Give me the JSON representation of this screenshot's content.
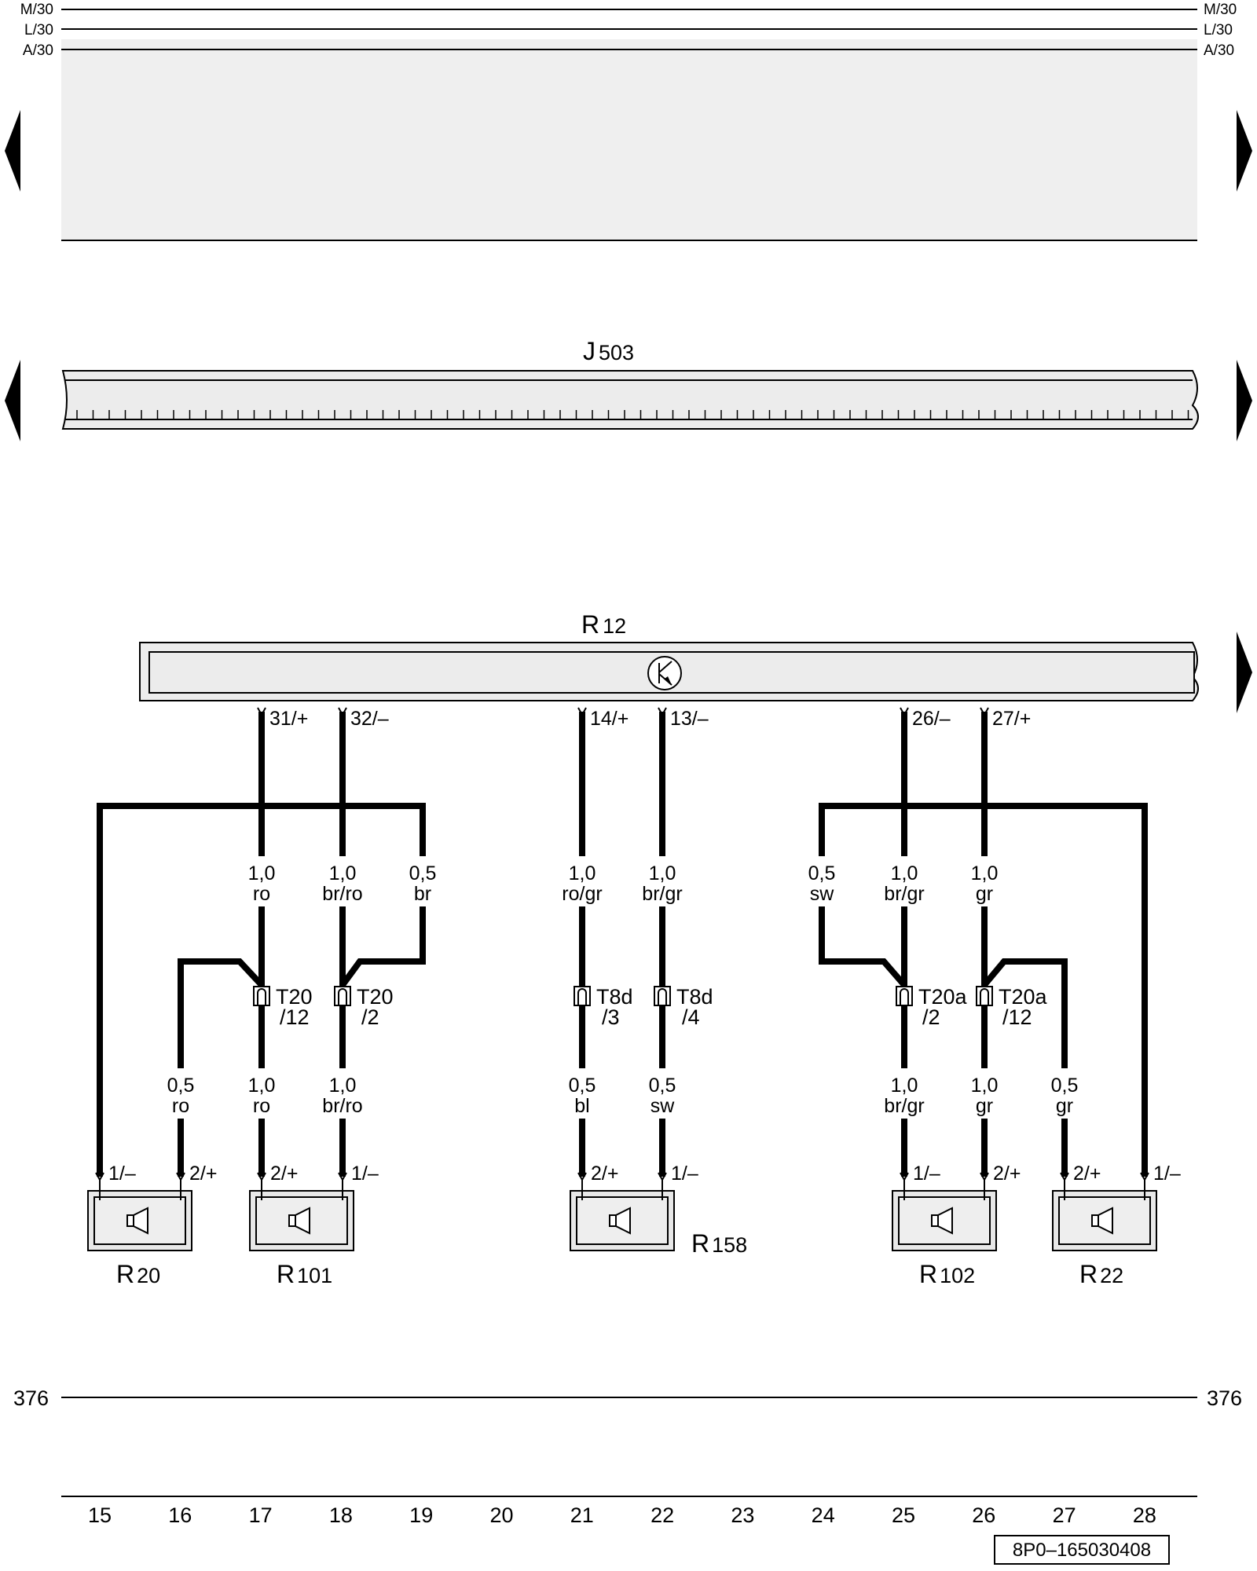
{
  "rails": {
    "m30": "M/30",
    "l30": "L/30",
    "a30": "A/30",
    "ground": "376"
  },
  "components": {
    "j503": {
      "main": "J",
      "sub": "503"
    },
    "r12": {
      "main": "R",
      "sub": "12"
    },
    "r20": {
      "main": "R",
      "sub": "20"
    },
    "r101": {
      "main": "R",
      "sub": "101"
    },
    "r158": {
      "main": "R",
      "sub": "158"
    },
    "r102": {
      "main": "R",
      "sub": "102"
    },
    "r22": {
      "main": "R",
      "sub": "22"
    }
  },
  "r12_pins": {
    "p31": "31/+",
    "p32": "32/–",
    "p14": "14/+",
    "p13": "13/–",
    "p26": "26/–",
    "p27": "27/+"
  },
  "wires": {
    "w17_top": {
      "size": "1,0",
      "color": "ro"
    },
    "w18_top": {
      "size": "1,0",
      "color": "br/ro"
    },
    "w19_top": {
      "size": "0,5",
      "color": "br"
    },
    "w21_top": {
      "size": "1,0",
      "color": "ro/gr"
    },
    "w22_top": {
      "size": "1,0",
      "color": "br/gr"
    },
    "w24_top": {
      "size": "0,5",
      "color": "sw"
    },
    "w25_top": {
      "size": "1,0",
      "color": "br/gr"
    },
    "w26_top": {
      "size": "1,0",
      "color": "gr"
    },
    "w16_bot": {
      "size": "0,5",
      "color": "ro"
    },
    "w17_bot": {
      "size": "1,0",
      "color": "ro"
    },
    "w18_bot": {
      "size": "1,0",
      "color": "br/ro"
    },
    "w21_bot": {
      "size": "0,5",
      "color": "bl"
    },
    "w22_bot": {
      "size": "0,5",
      "color": "sw"
    },
    "w25_bot": {
      "size": "1,0",
      "color": "br/gr"
    },
    "w26_bot": {
      "size": "1,0",
      "color": "gr"
    },
    "w27_bot": {
      "size": "0,5",
      "color": "gr"
    }
  },
  "connectors": {
    "t20_12": {
      "name": "T20",
      "pin": "/12"
    },
    "t20_2": {
      "name": "T20",
      "pin": "/2"
    },
    "t8d_3": {
      "name": "T8d",
      "pin": "/3"
    },
    "t8d_4": {
      "name": "T8d",
      "pin": "/4"
    },
    "t20a_2": {
      "name": "T20a",
      "pin": "/2"
    },
    "t20a_12": {
      "name": "T20a",
      "pin": "/12"
    }
  },
  "speaker_pins": {
    "r20_a": "1/–",
    "r20_b": "2/+",
    "r101_a": "2/+",
    "r101_b": "1/–",
    "r158_a": "2/+",
    "r158_b": "1/–",
    "r102_a": "1/–",
    "r102_b": "2/+",
    "r22_a": "2/+",
    "r22_b": "1/–"
  },
  "columns": [
    "15",
    "16",
    "17",
    "18",
    "19",
    "20",
    "21",
    "22",
    "23",
    "24",
    "25",
    "26",
    "27",
    "28"
  ],
  "reference": "8P0–165030408",
  "icons": {
    "nav": "triangle-arrow-icon",
    "amplifier": "amplifier-transistor-icon",
    "speaker": "speaker-icon",
    "connector": "connector-plug-icon"
  }
}
